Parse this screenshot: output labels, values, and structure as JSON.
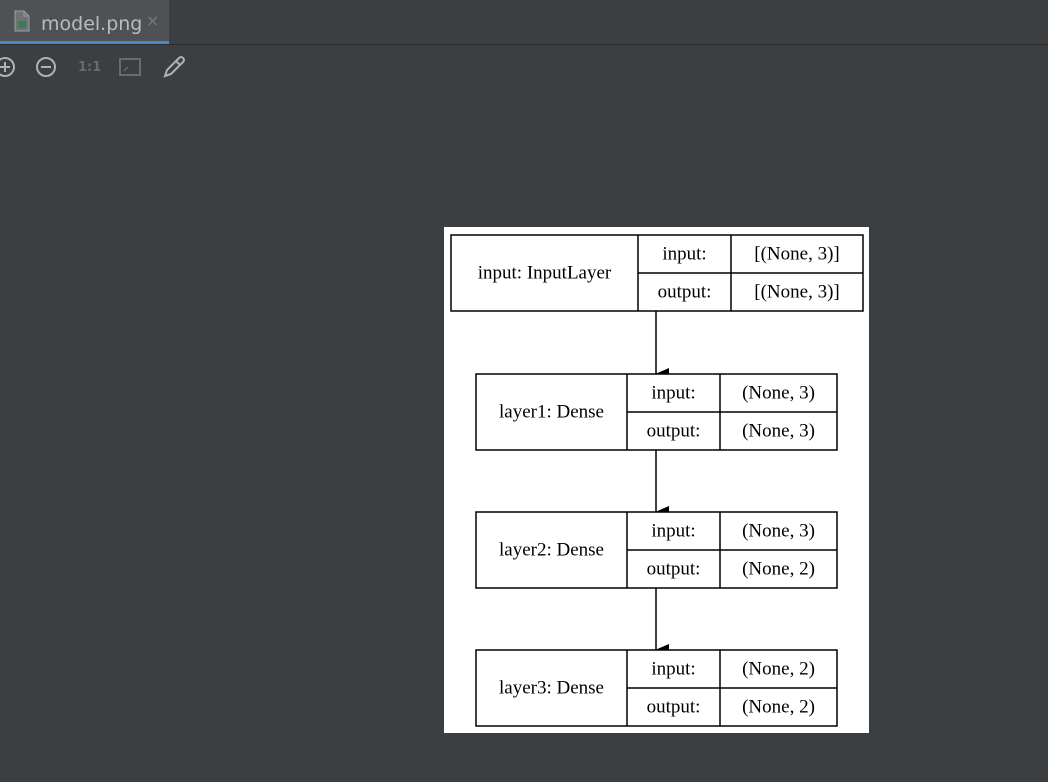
{
  "tab": {
    "filename": "model.png",
    "close_glyph": "×",
    "icon": "image-file-icon"
  },
  "toolbar": {
    "zoom_in_icon": "zoom-in-icon",
    "zoom_out_icon": "zoom-out-icon",
    "actual_size_label": "1:1",
    "fit_icon": "fit-to-window-icon",
    "color_picker_icon": "eyedropper-icon"
  },
  "colors": {
    "background": "#3c3f41",
    "tab_active_underline": "#4a88c7",
    "image_background": "#ffffff"
  },
  "model_diagram": {
    "nodes": [
      {
        "name": "input: InputLayer",
        "in_label": "input:",
        "in_value": "[(None, 3)]",
        "out_label": "output:",
        "out_value": "[(None, 3)]"
      },
      {
        "name": "layer1: Dense",
        "in_label": "input:",
        "in_value": "(None, 3)",
        "out_label": "output:",
        "out_value": "(None, 3)"
      },
      {
        "name": "layer2: Dense",
        "in_label": "input:",
        "in_value": "(None, 3)",
        "out_label": "output:",
        "out_value": "(None, 2)"
      },
      {
        "name": "layer3: Dense",
        "in_label": "input:",
        "in_value": "(None, 2)",
        "out_label": "output:",
        "out_value": "(None, 2)"
      }
    ],
    "edges": [
      [
        0,
        1
      ],
      [
        1,
        2
      ],
      [
        2,
        3
      ]
    ]
  }
}
